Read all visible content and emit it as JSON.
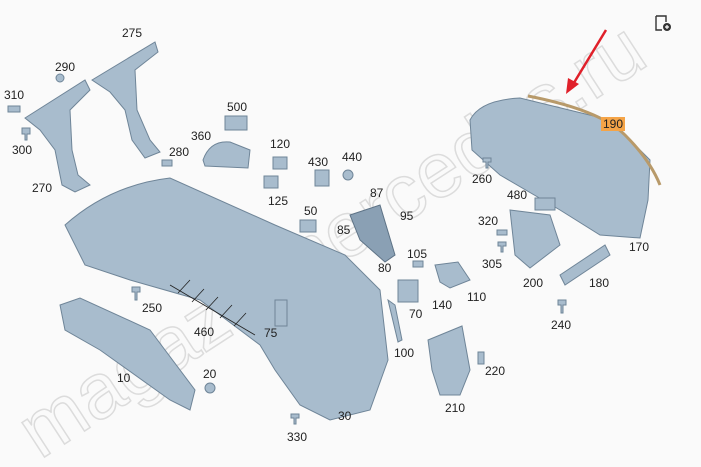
{
  "watermark": "magazinmercedes.ru",
  "highlight_color": "#f5a447",
  "arrow_color": "#e0202a",
  "part_color": "#a8bccd",
  "corner_icon": "add-to-list-icon",
  "labels": [
    {
      "id": "275",
      "text": "275"
    },
    {
      "id": "290",
      "text": "290"
    },
    {
      "id": "310",
      "text": "310"
    },
    {
      "id": "300",
      "text": "300"
    },
    {
      "id": "270",
      "text": "270"
    },
    {
      "id": "280",
      "text": "280"
    },
    {
      "id": "500",
      "text": "500"
    },
    {
      "id": "360",
      "text": "360"
    },
    {
      "id": "120",
      "text": "120"
    },
    {
      "id": "125",
      "text": "125"
    },
    {
      "id": "430",
      "text": "430"
    },
    {
      "id": "440",
      "text": "440"
    },
    {
      "id": "87",
      "text": "87"
    },
    {
      "id": "50",
      "text": "50"
    },
    {
      "id": "85",
      "text": "85"
    },
    {
      "id": "95",
      "text": "95"
    },
    {
      "id": "80",
      "text": "80"
    },
    {
      "id": "105",
      "text": "105"
    },
    {
      "id": "140",
      "text": "140"
    },
    {
      "id": "110",
      "text": "110"
    },
    {
      "id": "70",
      "text": "70"
    },
    {
      "id": "100",
      "text": "100"
    },
    {
      "id": "220",
      "text": "220"
    },
    {
      "id": "210",
      "text": "210"
    },
    {
      "id": "30",
      "text": "30"
    },
    {
      "id": "330",
      "text": "330"
    },
    {
      "id": "20",
      "text": "20"
    },
    {
      "id": "10",
      "text": "10"
    },
    {
      "id": "250",
      "text": "250"
    },
    {
      "id": "460",
      "text": "460"
    },
    {
      "id": "75",
      "text": "75"
    },
    {
      "id": "190",
      "text": "190",
      "highlight": true
    },
    {
      "id": "260",
      "text": "260"
    },
    {
      "id": "480",
      "text": "480"
    },
    {
      "id": "320",
      "text": "320"
    },
    {
      "id": "305",
      "text": "305"
    },
    {
      "id": "200",
      "text": "200"
    },
    {
      "id": "180",
      "text": "180"
    },
    {
      "id": "170",
      "text": "170"
    },
    {
      "id": "240",
      "text": "240"
    }
  ]
}
